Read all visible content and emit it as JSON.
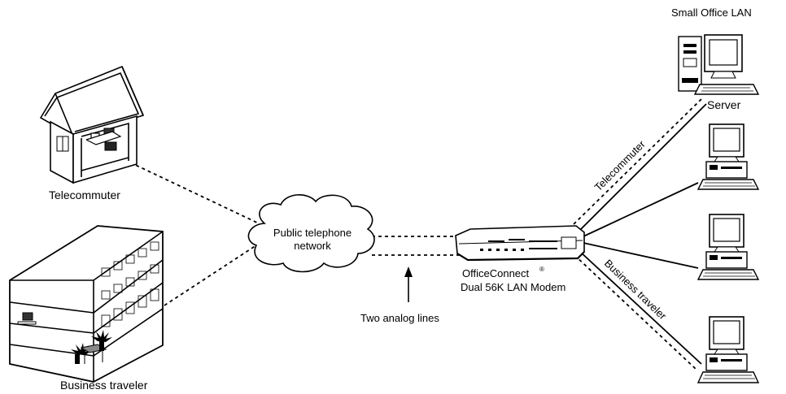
{
  "diagram": {
    "title_small_office": "Small Office LAN",
    "label_server": "Server",
    "label_telecommuter": "Telecommuter",
    "label_business_traveler": "Business traveler",
    "cloud_label_line1": "Public telephone",
    "cloud_label_line2": "network",
    "modem_label_line1": "OfficeConnect",
    "modem_label_mark": "®",
    "modem_label_line2": "Dual 56K LAN Modem",
    "label_two_analog_lines": "Two analog lines",
    "conn_label_telecommuter": "Telecommuter",
    "conn_label_business_traveler": "Business traveler"
  }
}
